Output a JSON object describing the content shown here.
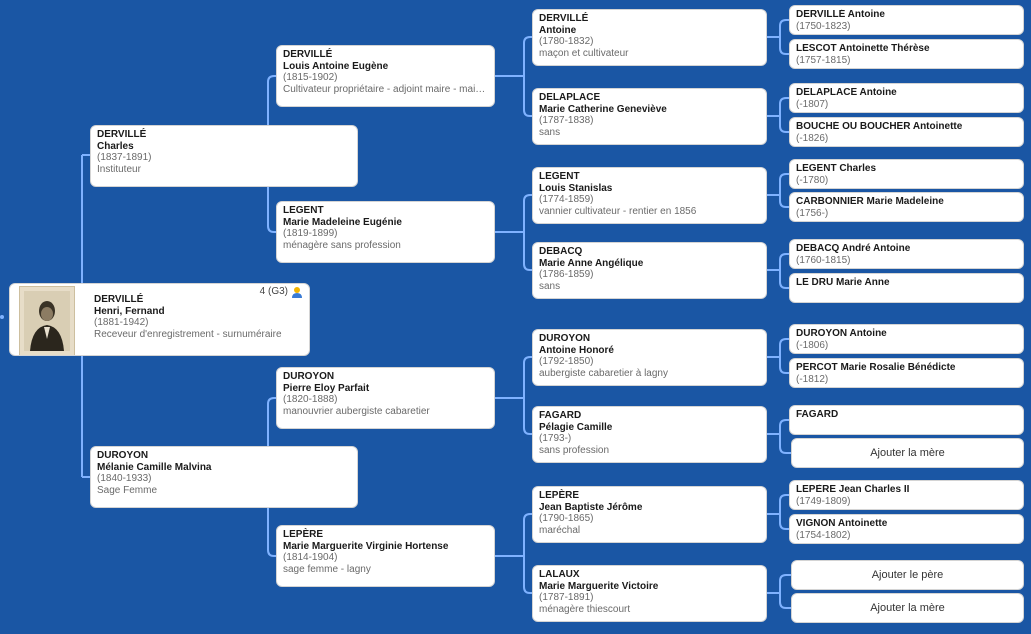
{
  "root": {
    "surname": "DERVILLÉ",
    "given": "Henri, Fernand",
    "dates": "(1881-1942)",
    "occupation": "Receveur d'enregistrement - surnuméraire",
    "badge": "4 (G3)"
  },
  "gen1": {
    "father": {
      "surname": "DERVILLÉ",
      "given": "Charles",
      "dates": "(1837-1891)",
      "occupation": "Instituteur"
    },
    "mother": {
      "surname": "DUROYON",
      "given": "Mélanie Camille Malvina",
      "dates": "(1840-1933)",
      "occupation": "Sage Femme"
    }
  },
  "gen2": {
    "ff": {
      "surname": "DERVILLÉ",
      "given": "Louis Antoine Eugène",
      "dates": "(1815-1902)",
      "occupation": "Cultivateur propriétaire - adjoint maire - maire..."
    },
    "fm": {
      "surname": "LEGENT",
      "given": "Marie Madeleine Eugénie",
      "dates": "(1819-1899)",
      "occupation": "ménagère sans profession"
    },
    "mf": {
      "surname": "DUROYON",
      "given": "Pierre Eloy Parfait",
      "dates": "(1820-1888)",
      "occupation": "manouvrier aubergiste cabaretier"
    },
    "mm": {
      "surname": "LEPÈRE",
      "given": "Marie Marguerite Virginie Hortense",
      "dates": "(1814-1904)",
      "occupation": "sage femme - lagny"
    }
  },
  "gen3": {
    "fff": {
      "surname": "DERVILLÉ",
      "given": "Antoine",
      "dates": "(1780-1832)",
      "occupation": "maçon et cultivateur"
    },
    "ffm": {
      "surname": "DELAPLACE",
      "given": "Marie Catherine Geneviève",
      "dates": "(1787-1838)",
      "occupation": "sans"
    },
    "fmf": {
      "surname": "LEGENT",
      "given": "Louis Stanislas",
      "dates": "(1774-1859)",
      "occupation": "vannier cultivateur - rentier en 1856"
    },
    "fmm": {
      "surname": "DEBACQ",
      "given": "Marie Anne Angélique",
      "dates": "(1786-1859)",
      "occupation": "sans"
    },
    "mff": {
      "surname": "DUROYON",
      "given": "Antoine Honoré",
      "dates": "(1792-1850)",
      "occupation": "aubergiste cabaretier à lagny"
    },
    "mfm": {
      "surname": "FAGARD",
      "given": "Pélagie Camille",
      "dates": "(1793-)",
      "occupation": "sans profession"
    },
    "mmf": {
      "surname": "LEPÈRE",
      "given": "Jean Baptiste Jérôme",
      "dates": "(1790-1865)",
      "occupation": "maréchal"
    },
    "mmm": {
      "surname": "LALAUX",
      "given": "Marie Marguerite Victoire",
      "dates": "(1787-1891)",
      "occupation": "ménagère thiescourt"
    }
  },
  "gen4": [
    {
      "name": "DERVILLÉ Antoine",
      "dates": "(1750-1823)"
    },
    {
      "name": "LESCOT Antoinette Thérèse",
      "dates": "(1757-1815)"
    },
    {
      "name": "DELAPLACE Antoine",
      "dates": "(-1807)"
    },
    {
      "name": "BOUCHÉ OU BOUCHER Antoinette",
      "dates": "(-1826)"
    },
    {
      "name": "LEGENT Charles",
      "dates": "(-1780)"
    },
    {
      "name": "CARBONNIER Marie Madeleine",
      "dates": "(1756-)"
    },
    {
      "name": "DEBACQ André Antoine",
      "dates": "(1760-1815)"
    },
    {
      "name": "LE DRU Marie Anne",
      "dates": ""
    },
    {
      "name": "DUROYON Antoine",
      "dates": "(-1806)"
    },
    {
      "name": "PERCOT Marie Rosalie Bénédicte",
      "dates": "(-1812)"
    },
    {
      "name": "FAGARD",
      "dates": ""
    },
    {
      "name": "LEPÈRE Jean Charles II",
      "dates": "(1749-1809)"
    },
    {
      "name": "VIGNON Antoinette",
      "dates": "(1754-1802)"
    }
  ],
  "actions": {
    "add_mother_label": "Ajouter la mère",
    "add_father_label": "Ajouter le père"
  },
  "colors": {
    "background": "#1a56a4",
    "connector": "#7fb2ff",
    "card": "#ffffff"
  }
}
